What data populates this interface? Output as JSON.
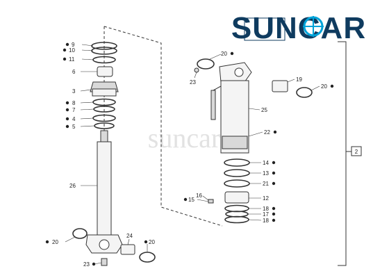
{
  "brand": {
    "name": "SUNCAR",
    "watermark": "suncar",
    "color": "#0f3b5f",
    "accent": "#00a3d9"
  },
  "assembly_label": "2",
  "callouts_left": [
    {
      "num": "9",
      "bullet": true
    },
    {
      "num": "10",
      "bullet": true
    },
    {
      "num": "11",
      "bullet": true
    },
    {
      "num": "6",
      "bullet": false
    },
    {
      "num": "3",
      "bullet": false
    },
    {
      "num": "8",
      "bullet": true
    },
    {
      "num": "7",
      "bullet": true
    },
    {
      "num": "4",
      "bullet": true
    },
    {
      "num": "5",
      "bullet": true
    },
    {
      "num": "26",
      "bullet": false
    },
    {
      "num": "20",
      "bullet": true
    },
    {
      "num": "24",
      "bullet": false
    },
    {
      "num": "20",
      "bullet": true
    },
    {
      "num": "23",
      "bullet": true
    }
  ],
  "callouts_right": [
    {
      "num": "20",
      "bullet": true
    },
    {
      "num": "23",
      "bullet": false
    },
    {
      "num": "19",
      "bullet": false
    },
    {
      "num": "20",
      "bullet": true
    },
    {
      "num": "25",
      "bullet": false
    },
    {
      "num": "22",
      "bullet": true
    },
    {
      "num": "14",
      "bullet": true
    },
    {
      "num": "13",
      "bullet": true
    },
    {
      "num": "21",
      "bullet": true
    },
    {
      "num": "16",
      "bullet": false
    },
    {
      "num": "15",
      "bullet": true
    },
    {
      "num": "12",
      "bullet": false
    },
    {
      "num": "18",
      "bullet": true
    },
    {
      "num": "17",
      "bullet": true
    },
    {
      "num": "18",
      "bullet": true
    }
  ]
}
